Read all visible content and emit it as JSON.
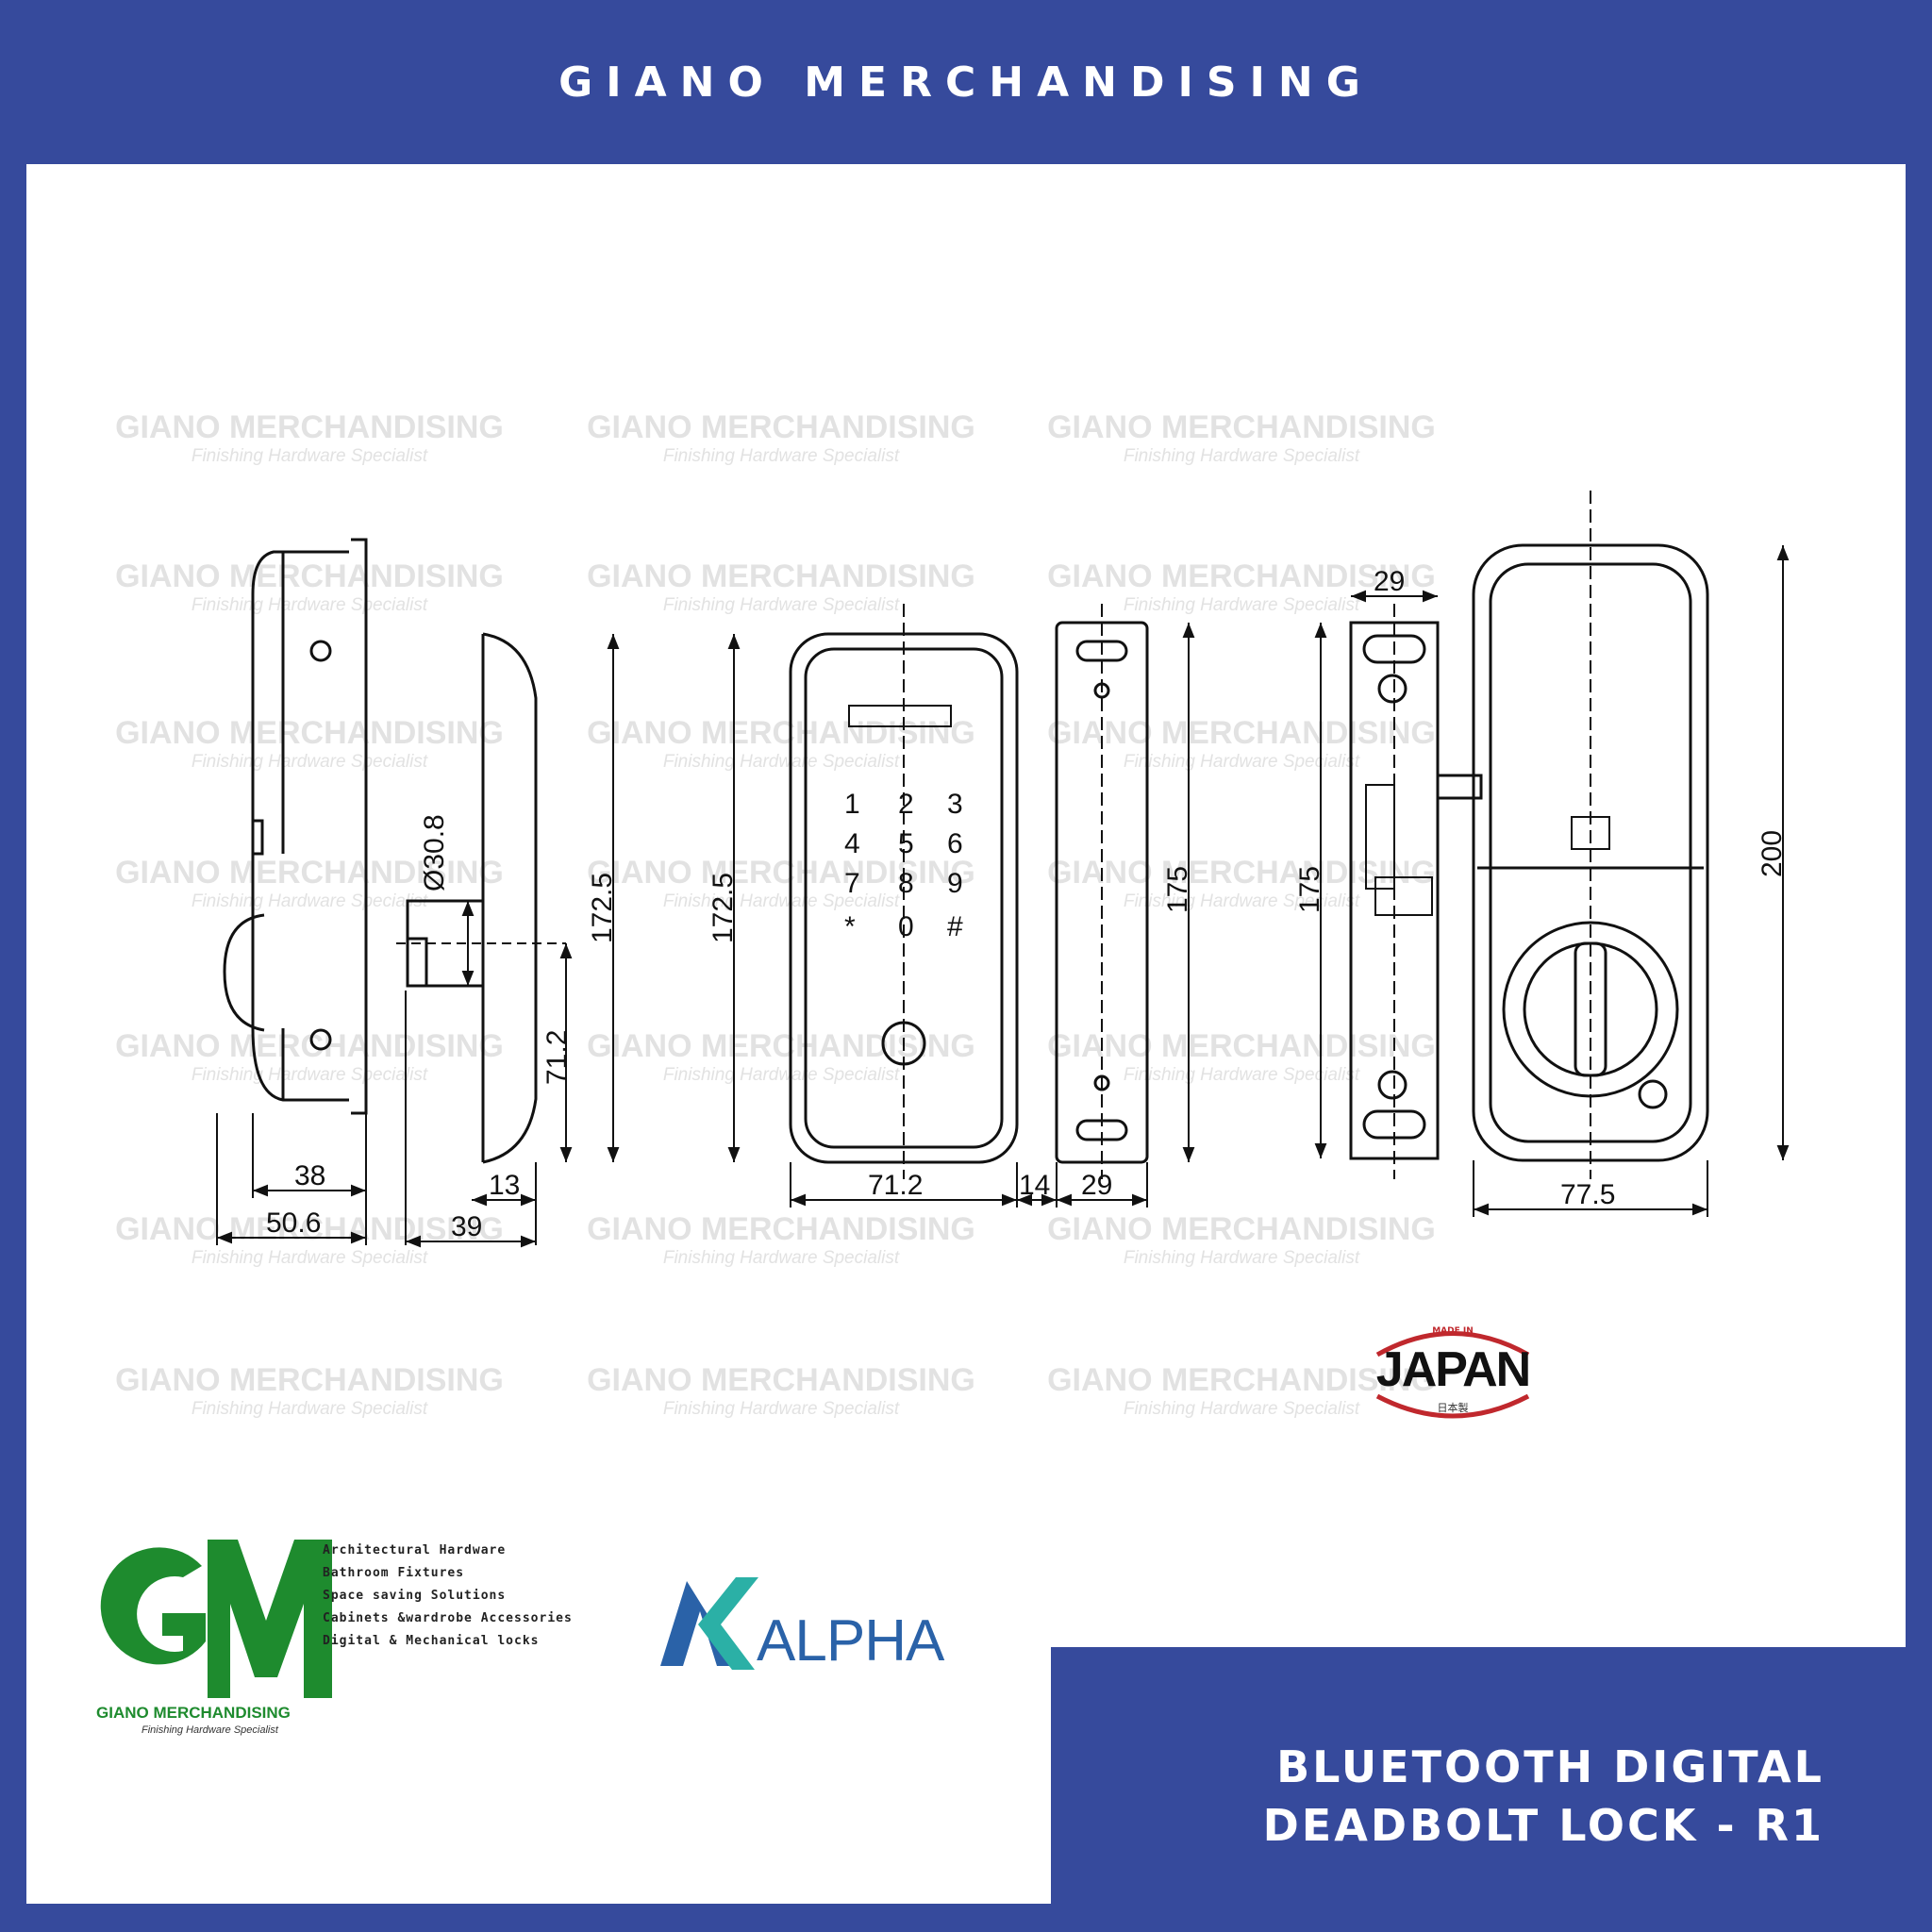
{
  "header": {
    "title": "GIANO MERCHANDISING"
  },
  "watermark": {
    "title": "GIANO MERCHANDISING",
    "subtitle": "Finishing Hardware Specialist"
  },
  "dimensions": {
    "side_diameter": "Ø30.8",
    "side_height": "172.5",
    "side_lower": "71.2",
    "side_depth_38": "38",
    "side_depth_50": "50.6",
    "side_13": "13",
    "side_39": "39",
    "front_height": "172.5",
    "front_width": "71.2",
    "gap_14": "14",
    "plate_width": "29",
    "plate_height": "175",
    "strike_width": "29",
    "strike_height": "175",
    "back_height": "200",
    "back_width": "77.5"
  },
  "made_in": {
    "top": "MADE IN",
    "country": "JAPAN",
    "kanji": "日本製"
  },
  "company": {
    "name": "GIANO MERCHANDISING",
    "tagline": "Finishing Hardware Specialist",
    "services": [
      "Architectural Hardware",
      "Bathroom Fixtures",
      "Space saving Solutions",
      "Cabinets &wardrobe Accessories",
      "Digital & Mechanical locks"
    ]
  },
  "brand": {
    "name": "ALPHA"
  },
  "product": {
    "line1": "BLUETOOTH DIGITAL",
    "line2": "DEADBOLT LOCK - R1"
  },
  "colors": {
    "blue": "#364a9c",
    "gm_green": "#1e8b2e",
    "alpha_blue": "#2a62a8",
    "japan_red": "#c0282d"
  }
}
